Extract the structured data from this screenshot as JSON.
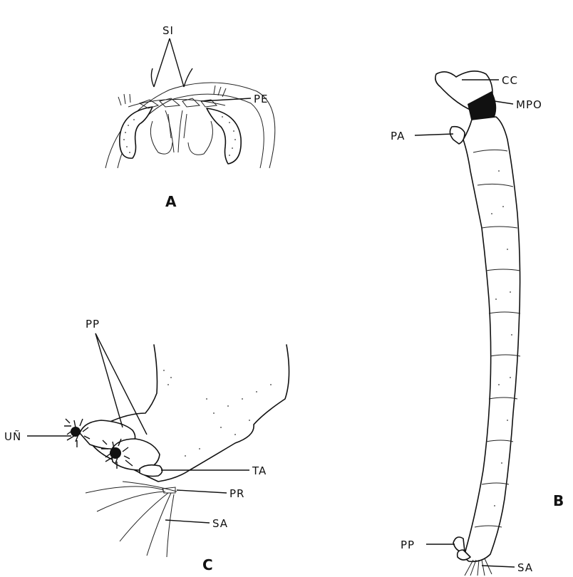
{
  "panel_a": {
    "letter": "A",
    "labels": {
      "si": "SI",
      "pe": "PE"
    }
  },
  "panel_b": {
    "letter": "B",
    "labels": {
      "cc": "CC",
      "mpo": "MPO",
      "pa": "PA",
      "pp": "PP",
      "sa": "SA"
    }
  },
  "panel_c": {
    "letter": "C",
    "labels": {
      "pp": "PP",
      "un": "UÑ",
      "ta": "TA",
      "pr": "PR",
      "sa": "SA"
    }
  }
}
